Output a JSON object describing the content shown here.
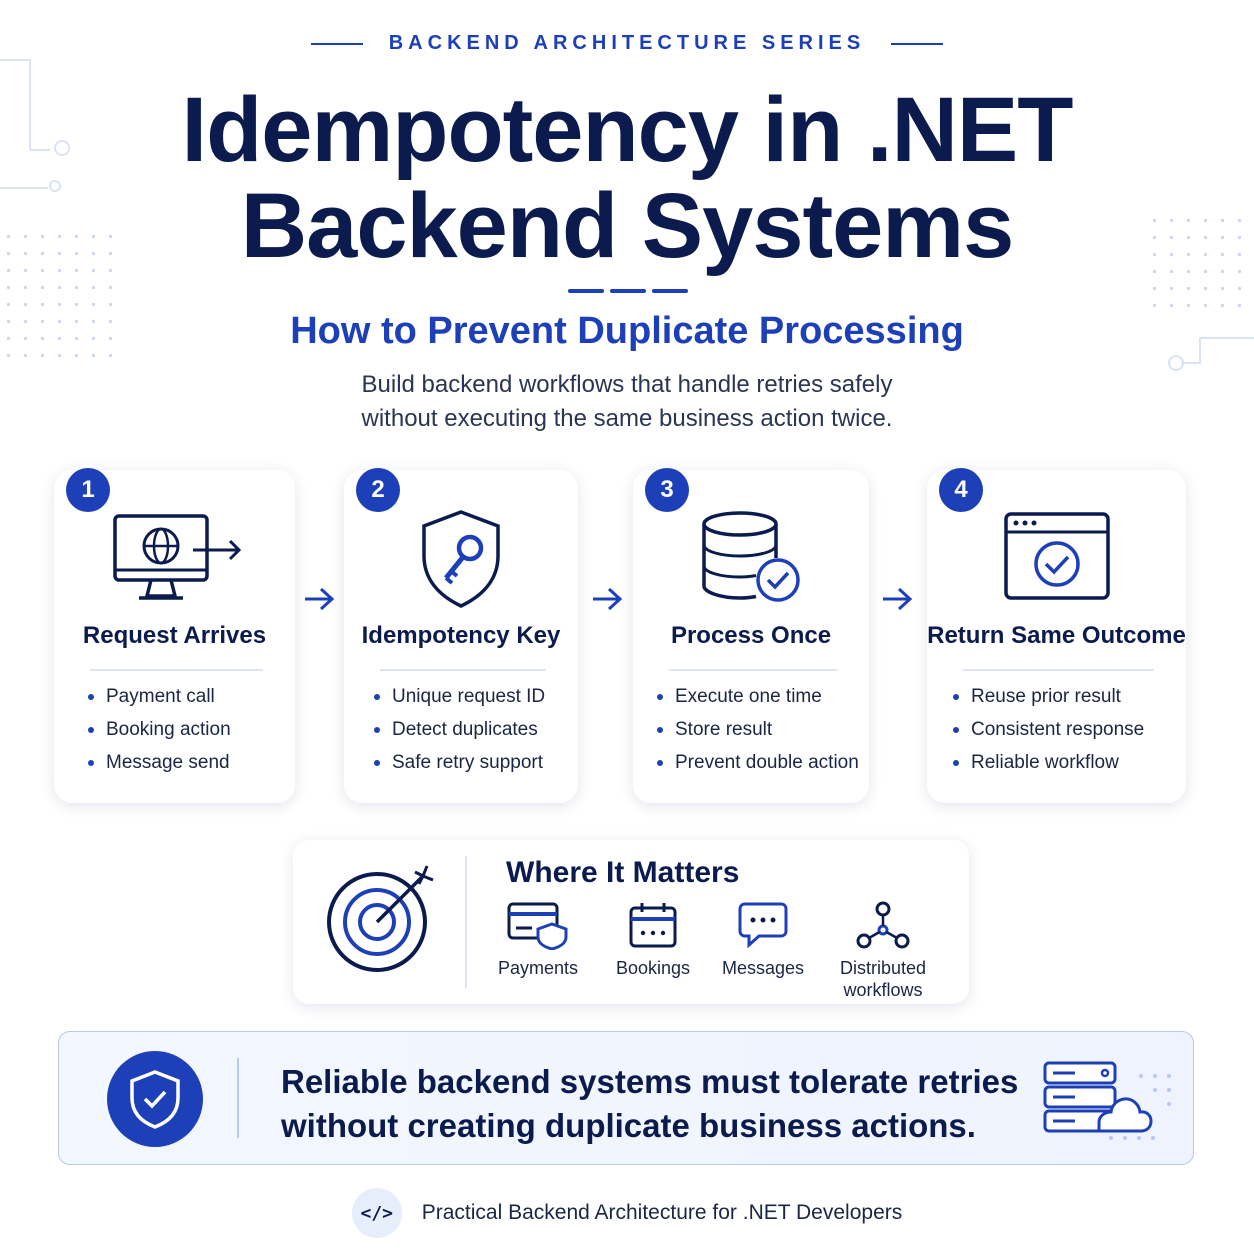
{
  "header": {
    "series": "BACKEND ARCHITECTURE SERIES",
    "title_line1": "Idempotency in .NET",
    "title_line2": "Backend Systems",
    "subtitle": "How to Prevent Duplicate Processing",
    "description_line1": "Build backend workflows that handle retries safely",
    "description_line2": "without executing the same business action twice."
  },
  "steps": [
    {
      "number": "1",
      "title": "Request Arrives",
      "icon": "monitor-globe-arrow-icon",
      "bullets": [
        "Payment call",
        "Booking action",
        "Message send"
      ]
    },
    {
      "number": "2",
      "title": "Idempotency Key",
      "icon": "shield-key-icon",
      "bullets": [
        "Unique request ID",
        "Detect duplicates",
        "Safe retry support"
      ]
    },
    {
      "number": "3",
      "title": "Process Once",
      "icon": "database-check-icon",
      "bullets": [
        "Execute one time",
        "Store result",
        "Prevent double action"
      ]
    },
    {
      "number": "4",
      "title": "Return Same Outcome",
      "icon": "browser-check-icon",
      "bullets": [
        "Reuse prior result",
        "Consistent response",
        "Reliable workflow"
      ]
    }
  ],
  "matters": {
    "title": "Where It Matters",
    "icon": "target-arrow-icon",
    "items": [
      {
        "label": "Payments",
        "icon": "card-shield-icon"
      },
      {
        "label": "Bookings",
        "icon": "calendar-icon"
      },
      {
        "label": "Messages",
        "icon": "chat-bubble-icon"
      },
      {
        "label_line1": "Distributed",
        "label_line2": "workflows",
        "icon": "network-nodes-icon"
      }
    ]
  },
  "banner": {
    "line1": "Reliable backend systems must tolerate retries",
    "line2": "without creating duplicate business actions.",
    "icon_left": "shield-check-icon",
    "icon_right": "server-cloud-icon"
  },
  "footer": {
    "code_symbol": "</>",
    "text": "Practical Backend Architecture for .NET Developers"
  },
  "colors": {
    "primary": "#1d40b8",
    "navy": "#0b1b4d",
    "text": "#1b2645"
  }
}
